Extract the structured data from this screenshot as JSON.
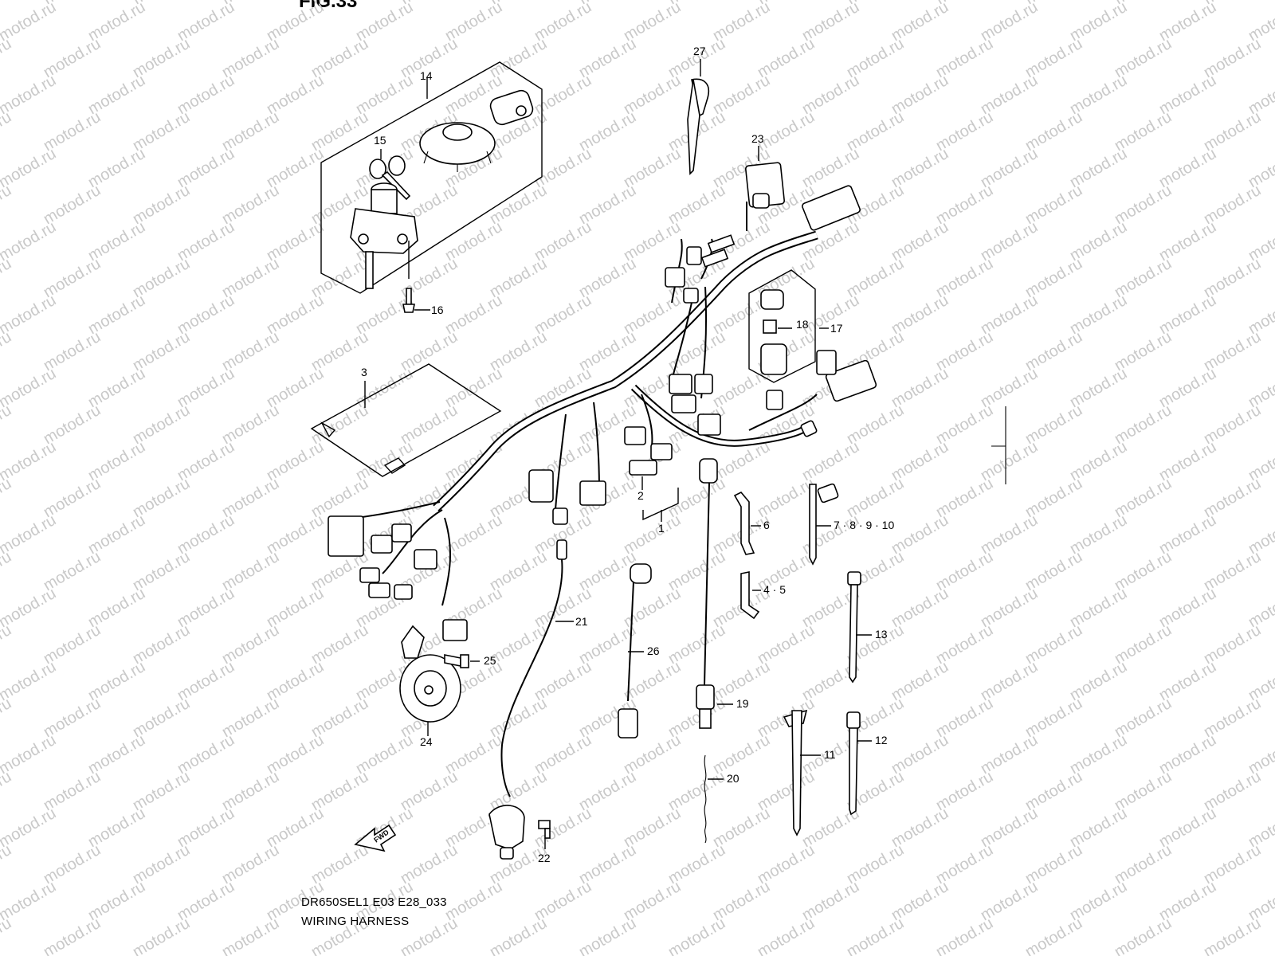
{
  "figure_title": "FIG.33",
  "watermark": "motod.ru",
  "diagram_code": "DR650SEL1 E03 E28_033",
  "diagram_name": "WIRING HARNESS",
  "fwd_label": "FWD",
  "callouts": {
    "c1": "1",
    "c2": "2",
    "c3": "3",
    "c4_5": "4 · 5",
    "c6": "6",
    "c7_10": "7 · 8 · 9 · 10",
    "c11": "11",
    "c12": "12",
    "c13": "13",
    "c14": "14",
    "c15": "15",
    "c16": "16",
    "c17": "17",
    "c18": "18",
    "c19": "19",
    "c20": "20",
    "c21": "21",
    "c22": "22",
    "c23": "23",
    "c24": "24",
    "c25": "25",
    "c26": "26",
    "c27": "27"
  }
}
